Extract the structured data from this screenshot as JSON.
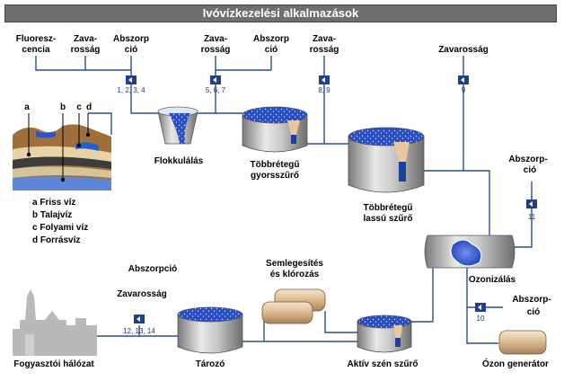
{
  "title": "Ivóvízkezelési alkalmazások",
  "labels": {
    "fluoreszcencia_1": "Fluoresz-",
    "fluoreszcencia_2": "cencia",
    "zavarossag_1": "Zava-",
    "zavarossag_2": "rosság",
    "abszorpcio_1": "Abszorp",
    "abszorpcio_2": "ció",
    "zavarossag_full": "Zavarosság",
    "abszorpcio_r1": "Abszorp-",
    "abszorpcio_r2": "ció",
    "abszorpcio_full": "Abszorpció"
  },
  "sensor_numbers": {
    "s1": "1, 2, 3, 4",
    "s2": "5, 6, 7",
    "s3": "8, 9",
    "s4": "9",
    "s5": "11",
    "s6": "10",
    "s7": "12, 13, 14"
  },
  "sources": {
    "letters": [
      "a",
      "b",
      "c",
      "d"
    ],
    "legend": [
      "a Friss víz",
      "b Talajvíz",
      "c Folyami víz",
      "d Forrásvíz"
    ]
  },
  "stages": {
    "flokkulalas": "Flokkulálás",
    "gyorsszuro_1": "Többrétegű",
    "gyorsszuro_2": "gyorsszűrő",
    "lassu_1": "Többrétegű",
    "lassu_2": "lassú szűrő",
    "ozonizalas": "Ozonizálás",
    "ozon_generator": "Ózon generátor",
    "aktiv_szen": "Aktív szén szűrő",
    "semlegesites_1": "Semlegesítés",
    "semlegesites_2": "és klórozás",
    "tarozo": "Tározó",
    "halozat": "Fogyasztói hálózat"
  },
  "colors": {
    "pipe": "#2d4d93",
    "water": "#2a50c8",
    "sensor": "#1f3f8f",
    "tank": "#9a9a9a"
  }
}
